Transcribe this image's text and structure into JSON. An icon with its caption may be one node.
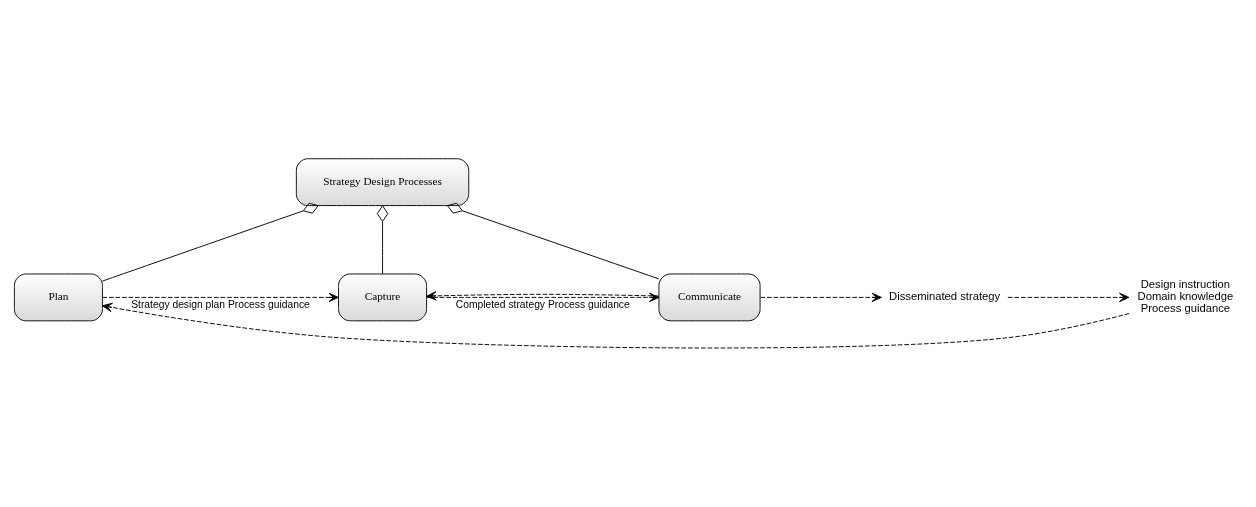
{
  "diagram": {
    "nodes": [
      {
        "text": [
          "Strategy Design Processes"
        ]
      },
      {
        "text": [
          "Design instruction",
          "Domain knowledge",
          "Process guidance"
        ]
      },
      {
        "text": [
          "Plan"
        ]
      },
      {
        "text": [
          "Capture"
        ]
      },
      {
        "text": [
          "Communicate"
        ]
      },
      {
        "text": [
          "Disseminated strategy"
        ]
      }
    ],
    "edges": [
      {
        "from": 2,
        "to": 0,
        "arrow": "other"
      },
      {
        "from": 3,
        "to": 0,
        "arrow": "other"
      },
      {
        "from": 4,
        "to": 0,
        "arrow": "other"
      },
      {
        "from": 1,
        "to": 2,
        "arrow": "to",
        "style": "dashed"
      },
      {
        "from": 2,
        "to": 3,
        "arrow": "to",
        "style": "dashed",
        "label": "Strategy design plan Process guidance"
      },
      {
        "from": 3,
        "to": 4,
        "arrow": "to",
        "style": "dashed",
        "label": "Completed strategy Process guidance"
      },
      {
        "from": 4,
        "to": 5,
        "arrow": "to",
        "style": "dashed"
      },
      {
        "from": 5,
        "to": 1,
        "arrow": "to",
        "style": "dashed"
      },
      {
        "from": 4,
        "to": 3,
        "arrow": "to",
        "style": "dashed"
      }
    ]
  }
}
